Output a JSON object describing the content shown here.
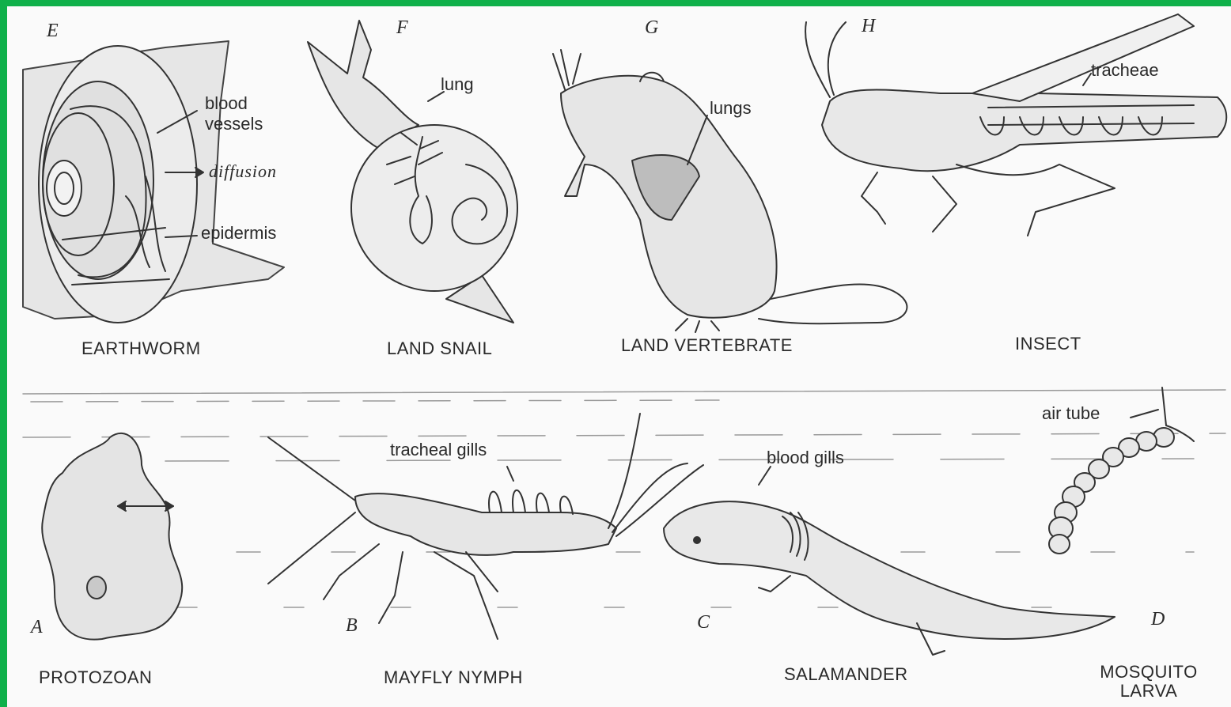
{
  "panels": {
    "E": {
      "letter": "E",
      "name": "EARTHWORM",
      "labels": {
        "blood_vessels_1": "blood",
        "blood_vessels_2": "vessels",
        "diffusion": "diffusion",
        "epidermis": "epidermis"
      }
    },
    "F": {
      "letter": "F",
      "name": "LAND SNAIL",
      "labels": {
        "lung": "lung"
      }
    },
    "G": {
      "letter": "G",
      "name": "LAND VERTEBRATE",
      "labels": {
        "lungs": "lungs"
      }
    },
    "H": {
      "letter": "H",
      "name": "INSECT",
      "labels": {
        "tracheae": "tracheae"
      }
    },
    "A": {
      "letter": "A",
      "name": "PROTOZOAN"
    },
    "B": {
      "letter": "B",
      "name": "MAYFLY NYMPH",
      "labels": {
        "tracheal_gills": "tracheal gills"
      }
    },
    "C": {
      "letter": "C",
      "name": "SALAMANDER",
      "labels": {
        "blood_gills": "blood gills"
      }
    },
    "D": {
      "letter": "D",
      "name_line1": "MOSQUITO",
      "name_line2": "LARVA",
      "labels": {
        "air_tube": "air tube"
      }
    }
  },
  "colors": {
    "border": "#0fb04a",
    "ink": "#2a2a2a",
    "fill": "#e6e6e6"
  }
}
